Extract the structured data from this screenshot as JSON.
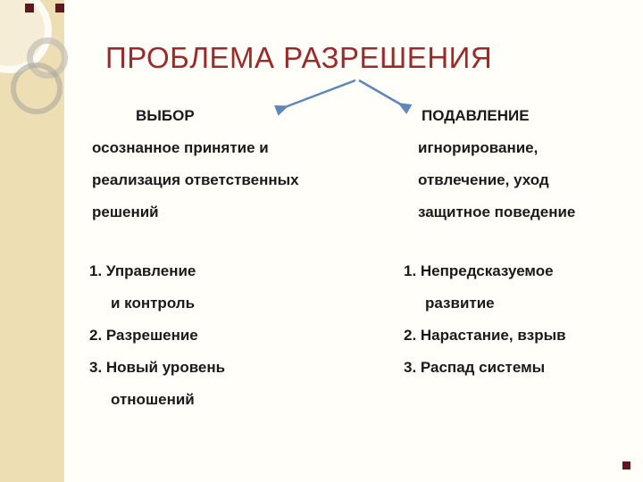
{
  "title": "ПРОБЛЕМА РАЗРЕШЕНИЯ",
  "left": {
    "header": "ВЫБОР",
    "desc": [
      "осознанное принятие и",
      "реализация ответственных",
      "решений"
    ],
    "list": [
      "1. Управление",
      "и контроль",
      "2. Разрешение",
      "3. Новый уровень",
      "отношений"
    ]
  },
  "right": {
    "header": "ПОДАВЛЕНИЕ",
    "desc": [
      "игнорирование,",
      "отвлечение, уход",
      "защитное поведение"
    ],
    "list": [
      "1. Непредсказуемое",
      "развитие",
      "2. Нарастание, взрыв",
      "3. Распад системы"
    ]
  },
  "colors": {
    "title": "#9A2B2A",
    "text": "#1A1A1A",
    "sidebar": "#EDDFB3",
    "bg": "#FFFEF9",
    "connector": "#5E87B8",
    "square": "#5C1A1E"
  }
}
